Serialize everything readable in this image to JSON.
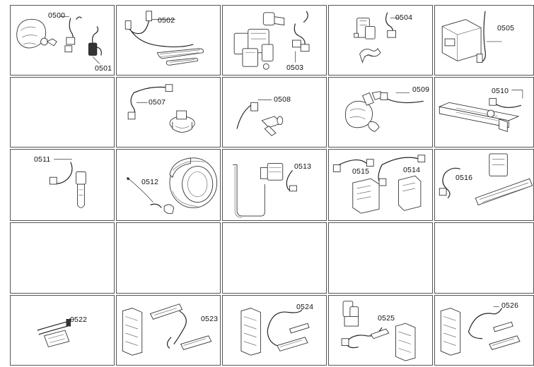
{
  "labels": {
    "p0500": "0500",
    "p0501": "0501",
    "p0502": "0502",
    "p0503": "0503",
    "p0504": "0504",
    "p0505": "0505",
    "p0507": "0507",
    "p0508": "0508",
    "p0509": "0509",
    "p0510": "0510",
    "p0511": "0511",
    "p0512": "0512",
    "p0513": "0513",
    "p0514": "0514",
    "p0515": "0515",
    "p0516": "0516",
    "p0522": "0522",
    "p0523": "0523",
    "p0524": "0524",
    "p0525": "0525",
    "p0526": "0526"
  }
}
